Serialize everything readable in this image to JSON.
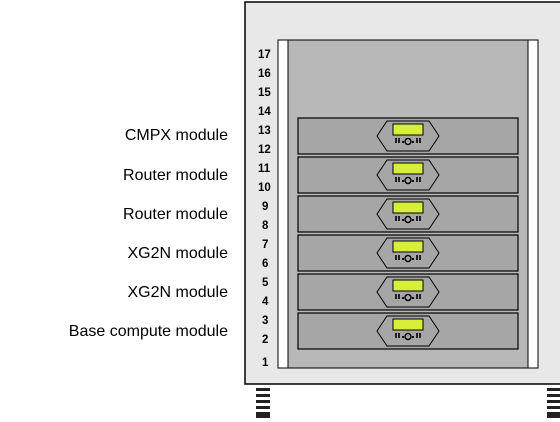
{
  "rack": {
    "unit_numbers": [
      "17",
      "16",
      "15",
      "14",
      "13",
      "12",
      "11",
      "10",
      "9",
      "8",
      "7",
      "6",
      "5",
      "4",
      "3",
      "2",
      "1"
    ],
    "colors": {
      "frame": "#e8e8e8",
      "interior": "#b8b8b8",
      "module": "#a6a6a6",
      "display": "#d8ef3a",
      "outline": "#000000"
    }
  },
  "modules": [
    {
      "label": "CMPX module"
    },
    {
      "label": "Router module"
    },
    {
      "label": "Router module"
    },
    {
      "label": "XG2N module"
    },
    {
      "label": "XG2N module"
    },
    {
      "label": "Base compute module"
    }
  ]
}
